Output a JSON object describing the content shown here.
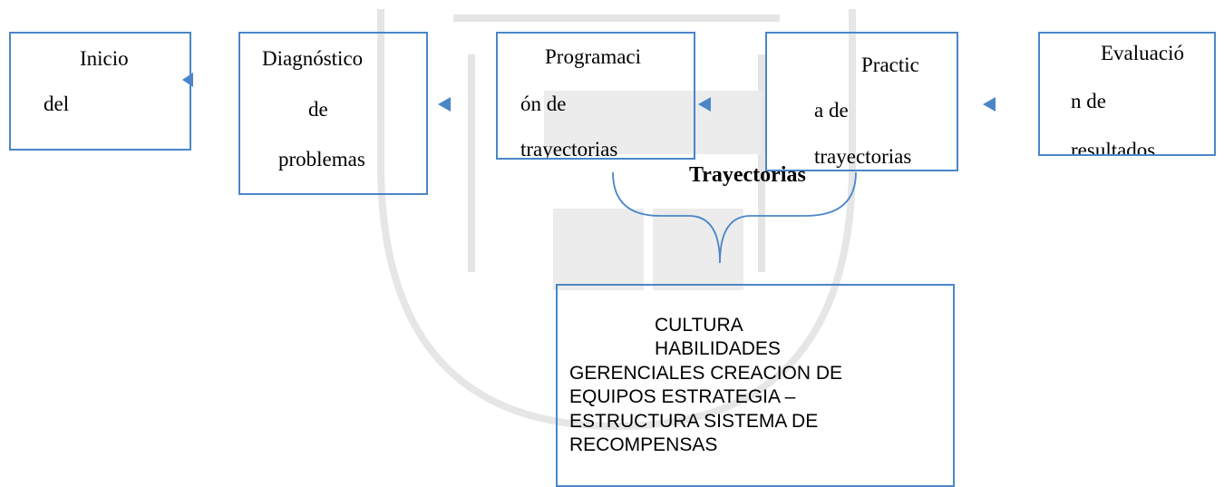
{
  "boxes": [
    {
      "lines": [
        "Inicio",
        "del"
      ]
    },
    {
      "lines": [
        "Diagnóstico",
        "de",
        "problemas"
      ]
    },
    {
      "lines": [
        "Programaci",
        "ón de",
        "trayectorias"
      ]
    },
    {
      "lines": [
        "Practic",
        "a de",
        "trayectorias"
      ]
    },
    {
      "lines": [
        "Evaluació",
        "n de",
        "resultados"
      ]
    }
  ],
  "heading": "Trayectorias",
  "bottom_box": {
    "lines": [
      "CULTURA",
      "HABILIDADES",
      "GERENCIALES CREACION DE",
      "EQUIPOS ESTRATEGIA –",
      "ESTRUCTURA SISTEMA DE",
      "RECOMPENSAS"
    ]
  },
  "colors": {
    "border": "#4a86c8",
    "arrow": "#4a86c8",
    "brace": "#4a86c8"
  }
}
